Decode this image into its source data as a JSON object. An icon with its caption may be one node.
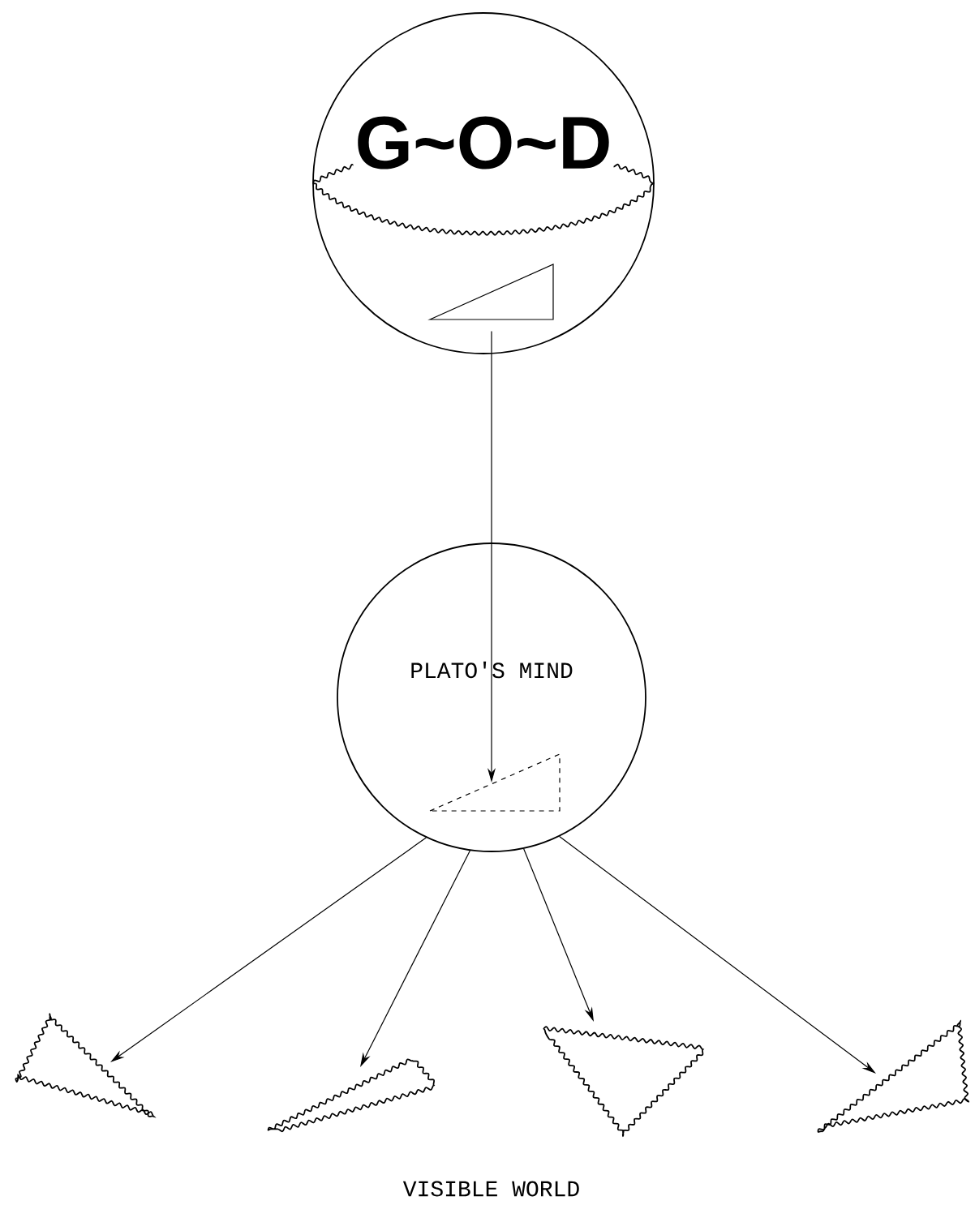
{
  "diagram": {
    "nodes": [
      {
        "text": [
          "G~O~D"
        ]
      },
      {
        "text": [],
        "shape": "triangle",
        "in": 0
      },
      {
        "text": [
          "PLATO'S MIND"
        ]
      },
      {
        "text": [],
        "shape": "triangle",
        "in": 2
      },
      {
        "text": [],
        "shape": "triangle"
      },
      {
        "text": [],
        "shape": "triangle"
      },
      {
        "text": [],
        "shape": "triangle"
      },
      {
        "text": [],
        "shape": "triangle"
      }
    ],
    "edges": [
      {
        "from": 1,
        "to": 3,
        "arrow": "to"
      },
      {
        "from": 2,
        "to": 4,
        "arrow": "to"
      },
      {
        "from": 2,
        "to": 5,
        "arrow": "to"
      },
      {
        "from": 2,
        "to": 6,
        "arrow": "to"
      },
      {
        "from": 2,
        "to": 7,
        "arrow": "to"
      }
    ],
    "labels": [
      "VISIBLE WORLD"
    ]
  }
}
